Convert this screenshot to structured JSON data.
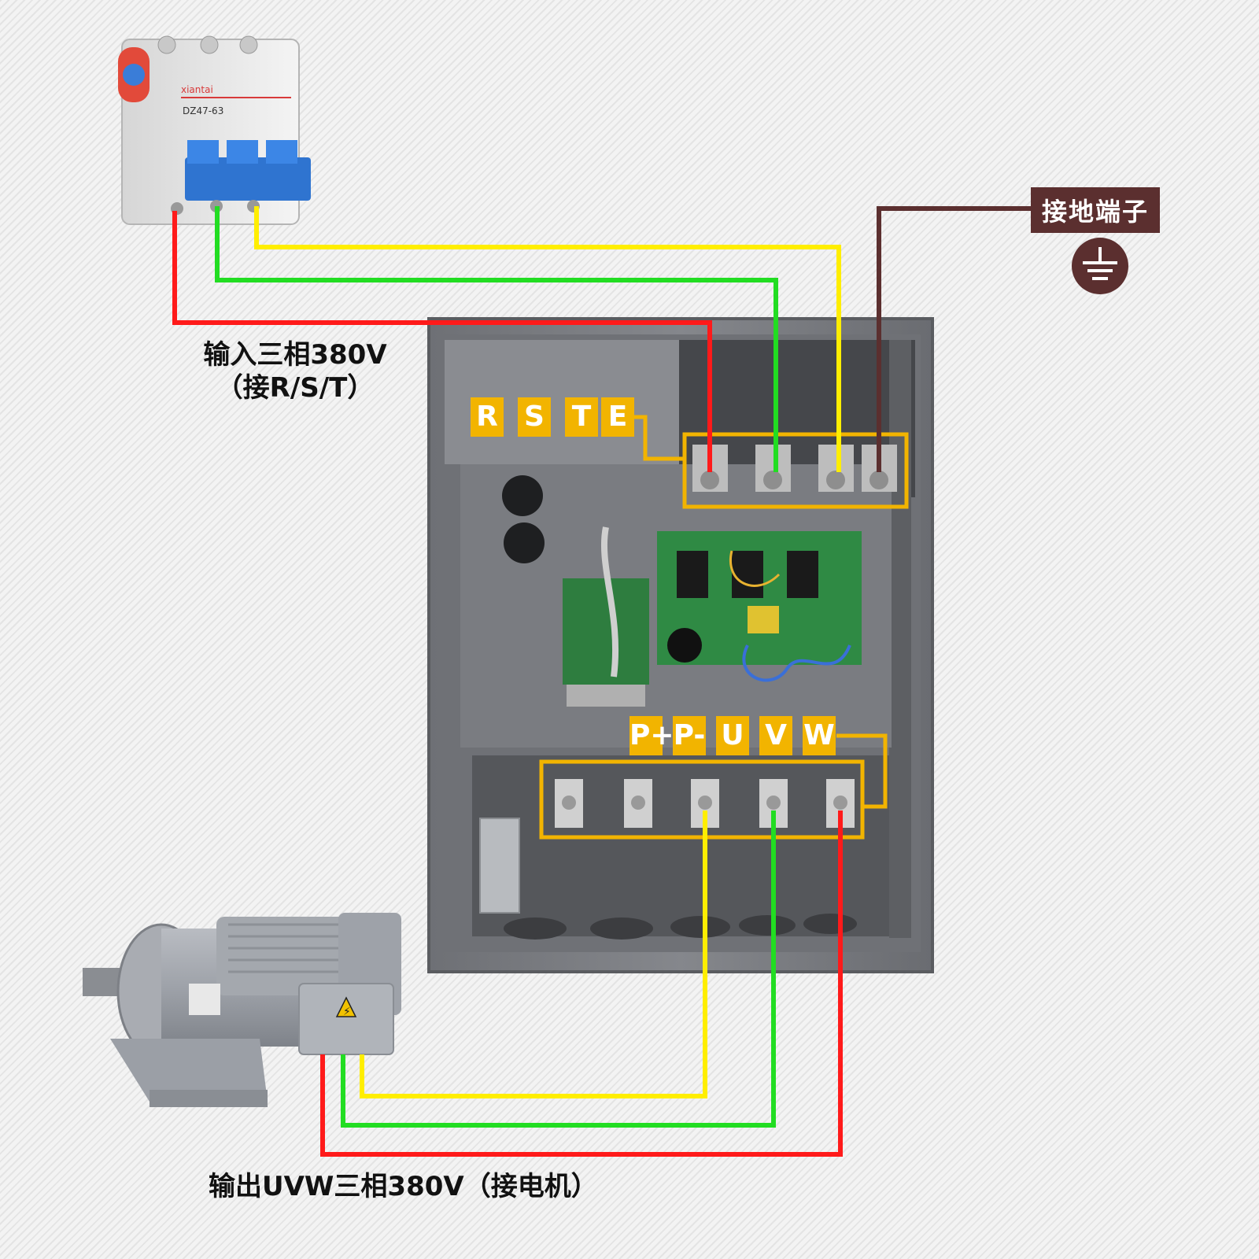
{
  "input_caption": {
    "line1": "输入三相380V",
    "line2": "（接R/S/T）"
  },
  "output_caption": "输出UVW三相380V（接电机）",
  "ground_label": "接地端子",
  "input_terminals": [
    "R",
    "S",
    "T",
    "E"
  ],
  "output_terminals": [
    "P+",
    "P-",
    "U",
    "V",
    "W"
  ],
  "breaker": {
    "brand": "xiantai",
    "model": "DZ47-63"
  },
  "colors": {
    "phase_red": "#ff1a1a",
    "phase_green": "#22dd22",
    "phase_yellow": "#ffee00",
    "ground_brown": "#5b2f2f",
    "label_orange": "#f2b400",
    "cabinet_gray": "#7d7f84"
  },
  "icons": [
    "ground-symbol-icon",
    "warning-triangle-icon"
  ]
}
